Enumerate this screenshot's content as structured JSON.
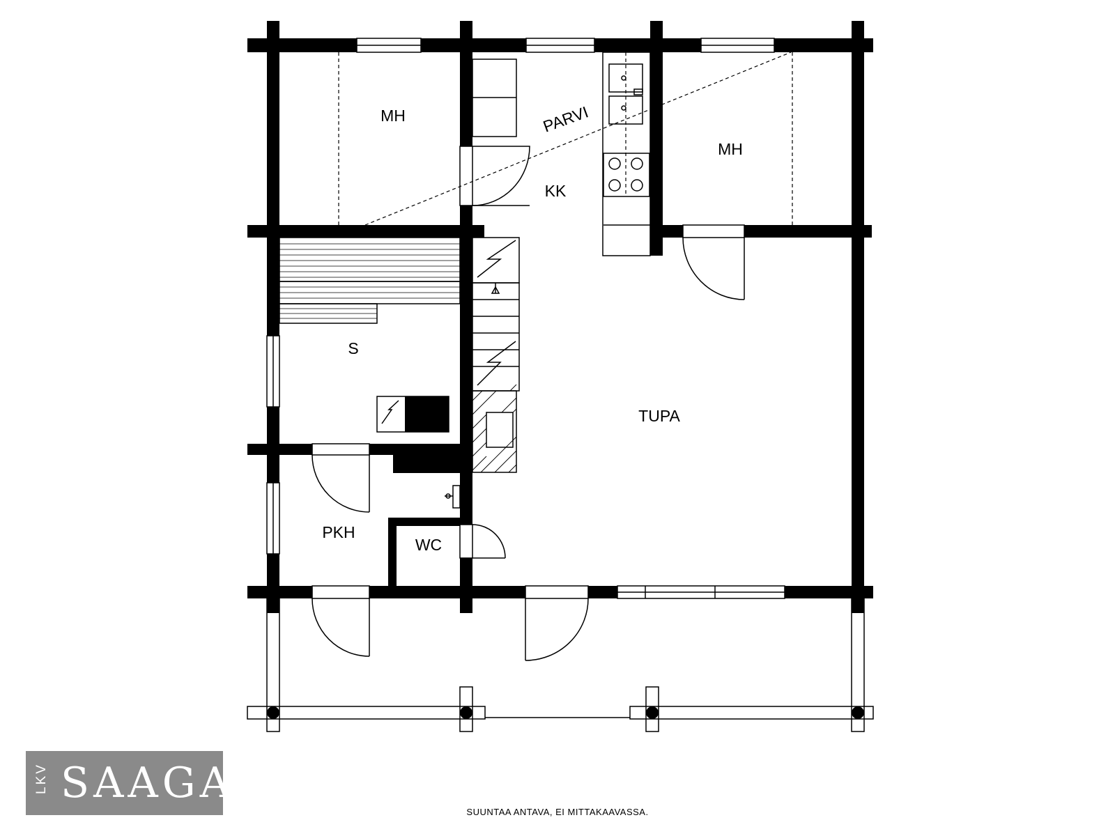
{
  "rooms": {
    "mh_left": "MH",
    "mh_right": "MH",
    "parvi": "PARVI",
    "kk": "KK",
    "s": "S",
    "tupa": "TUPA",
    "pkh": "PKH",
    "wc": "WC"
  },
  "logo": {
    "small_text": "LKV",
    "main_text": "SAAGA",
    "background": "#8a8a8a",
    "text_color": "#ffffff"
  },
  "footer_note": "SUUNTAA ANTAVA, EI MITTAKAAVASSA.",
  "icons": [
    "door-swing-icon",
    "window-icon",
    "sink-icon",
    "stove-icon",
    "stove-burner-icon",
    "staircase-icon",
    "fireplace-icon",
    "column-icon"
  ]
}
